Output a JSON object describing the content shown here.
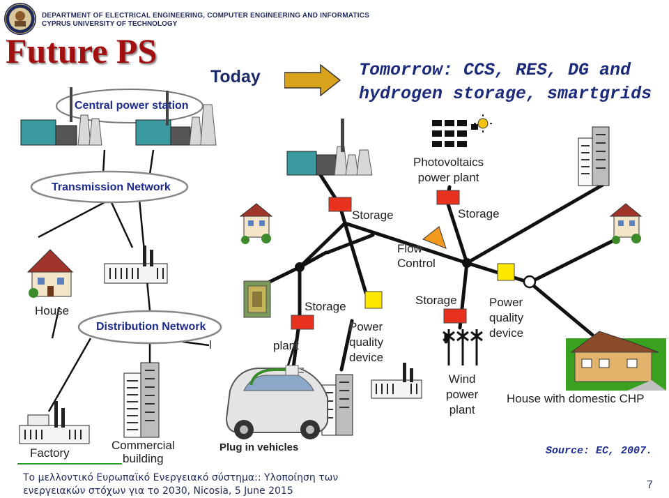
{
  "header": {
    "department": "DEPARTMENT OF ELECTRICAL ENGINEERING, COMPUTER ENGINEERING AND INFORMATICS",
    "university": "CYPRUS UNIVERSITY OF TECHNOLOGY",
    "seal_text": "CYPRUS UNIVERSITY OF TECHNOLOGY",
    "seal_year": "2004"
  },
  "slide": {
    "title": "Future PS",
    "today": "Today",
    "tomorrow_line1": "Tomorrow: CCS, RES, DG and",
    "tomorrow_line2": "hydrogen storage, smartgrids",
    "source": "Source: EC, 2007.",
    "page_number": "7"
  },
  "today_diagram": {
    "central_power_station": "Central power station",
    "transmission_network": "Transmission Network",
    "distribution_network": "Distribution Network",
    "house": "House",
    "factory": "Factory",
    "commercial_building_line1": "Commercial",
    "commercial_building_line2": "building"
  },
  "tomorrow_diagram": {
    "photovoltaics_line1": "Photovoltaics",
    "photovoltaics_line2": "power plant",
    "storage_1": "Storage",
    "storage_2": "Storage",
    "storage_3": "Storage",
    "storage_4": "Storage",
    "flow_control_line1": "Flow",
    "flow_control_line2": "Control",
    "power_quality_1_line1": "Power",
    "power_quality_1_line2": "quality",
    "power_quality_1_line3": "device",
    "power_quality_2_line1": "Power",
    "power_quality_2_line2": "quality",
    "power_quality_2_line3": "device",
    "plant": "plant",
    "wind_line1": "Wind",
    "wind_line2": "power",
    "wind_line3": "plant",
    "house_chp": "House with domestic CHP",
    "plug_in": "Plug in vehicles"
  },
  "footer": {
    "line1": "Το μελλοντικό Ευρωπαϊκό Ενεργειακό σύστημα:: Υλοποίηση των",
    "line2": "ενεργειακών στόχων για το 2030, Nicosia, 5 June 2015"
  },
  "colors": {
    "title_red": "#a01010",
    "navy": "#1c2a6a",
    "storage_red": "#e8321e",
    "quality_yellow": "#ffe800",
    "flow_orange": "#f39a1e",
    "arrow_gold": "#d9a21b"
  }
}
